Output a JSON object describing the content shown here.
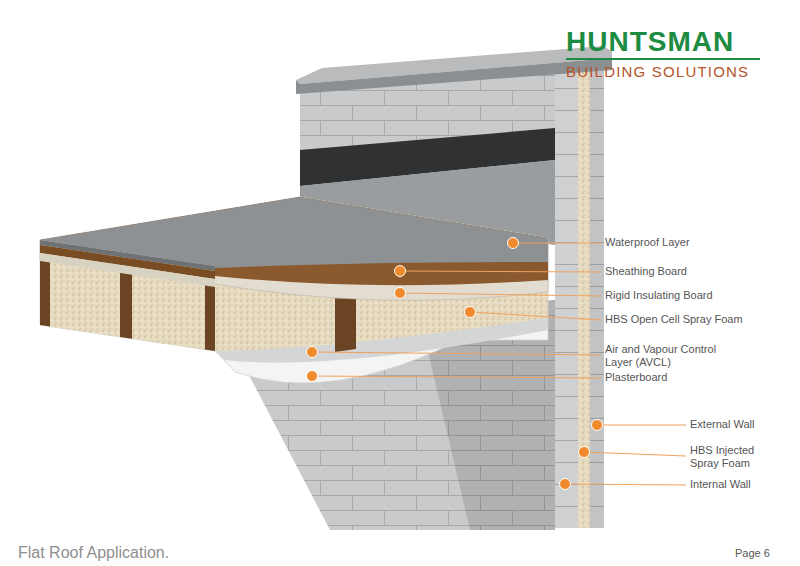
{
  "diagram": {
    "caption": "Flat Roof Application.",
    "labels": [
      "HUNTSMAN",
      "BUILDING SOLUTIONS",
      "Waterproof Layer",
      "Sheathing Board",
      "Rigid Insulating Board",
      "HBS Open Cell Spray Foam",
      "Air and Vapour Control Layer (AVCL)",
      "Plasterboard",
      "External Wall",
      "HBS Injected Spray Foam",
      "Internal Wall",
      "Page 6"
    ]
  }
}
